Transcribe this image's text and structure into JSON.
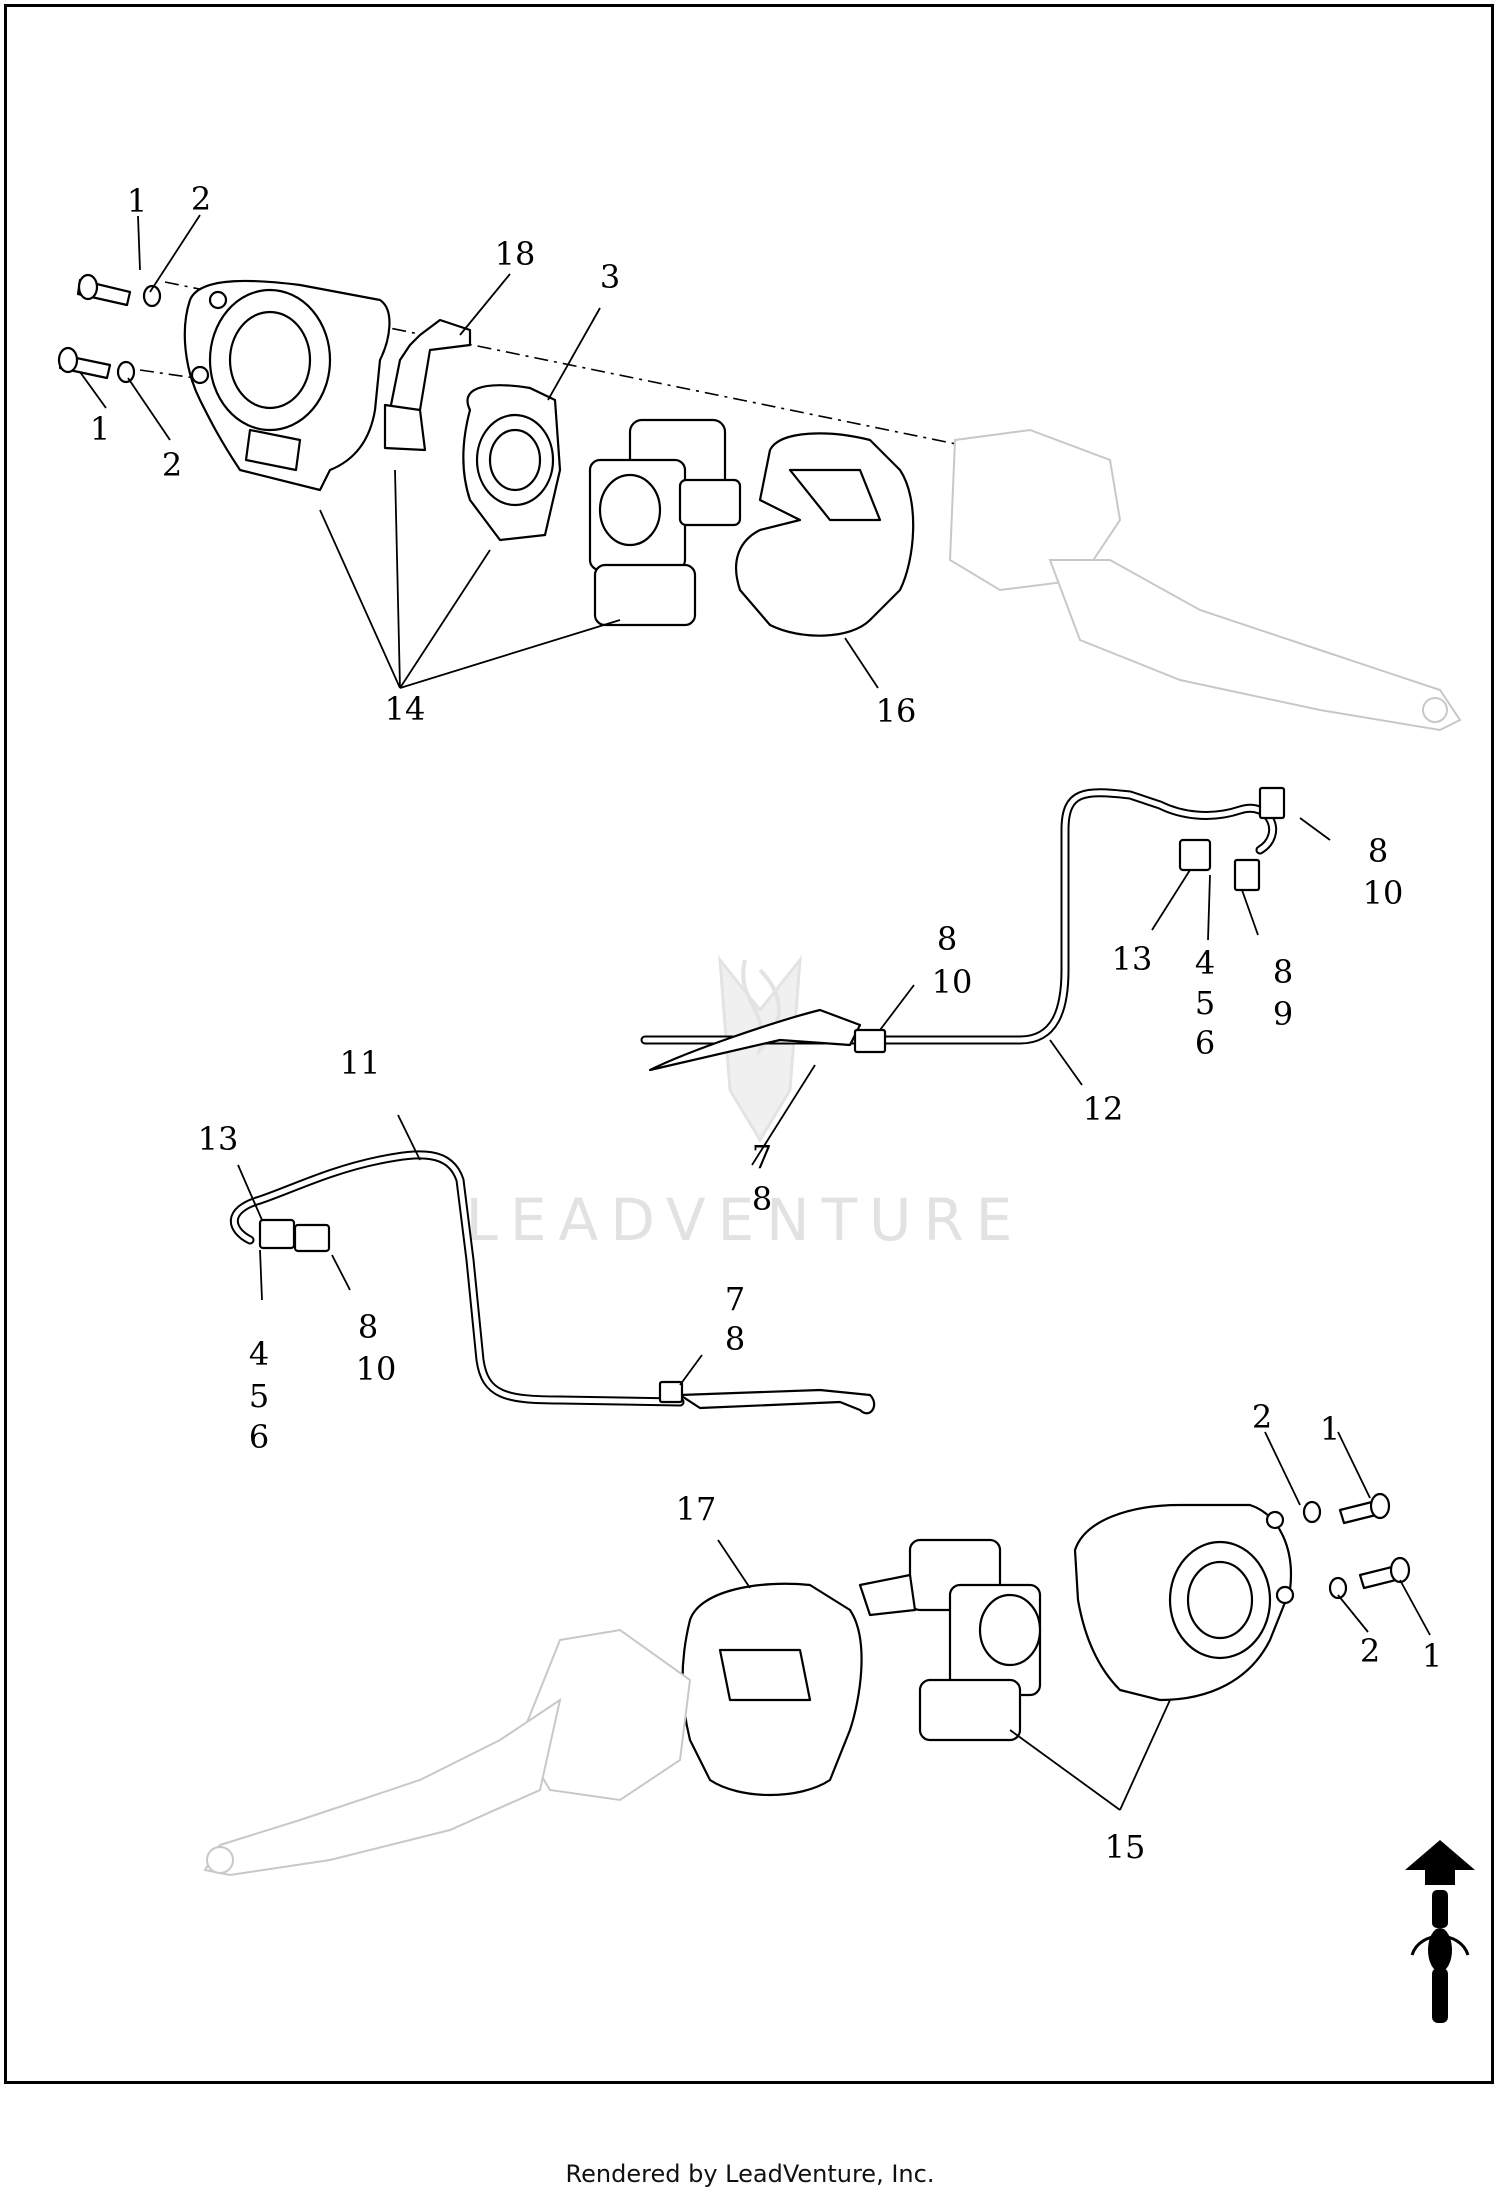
{
  "diagram": {
    "callouts": [
      "1",
      "2",
      "1",
      "2",
      "18",
      "3",
      "14",
      "16",
      "8",
      "10",
      "13",
      "4",
      "5",
      "6",
      "8",
      "9",
      "8",
      "10",
      "12",
      "7",
      "8",
      "11",
      "13",
      "8",
      "10",
      "4",
      "5",
      "6",
      "7",
      "8",
      "2",
      "1",
      "2",
      "1",
      "17",
      "15"
    ],
    "watermark": "LEADVENTURE",
    "orientation_icon": "forward-arrow-motorcycle-icon"
  },
  "footer": {
    "text": "Rendered by LeadVenture, Inc."
  }
}
